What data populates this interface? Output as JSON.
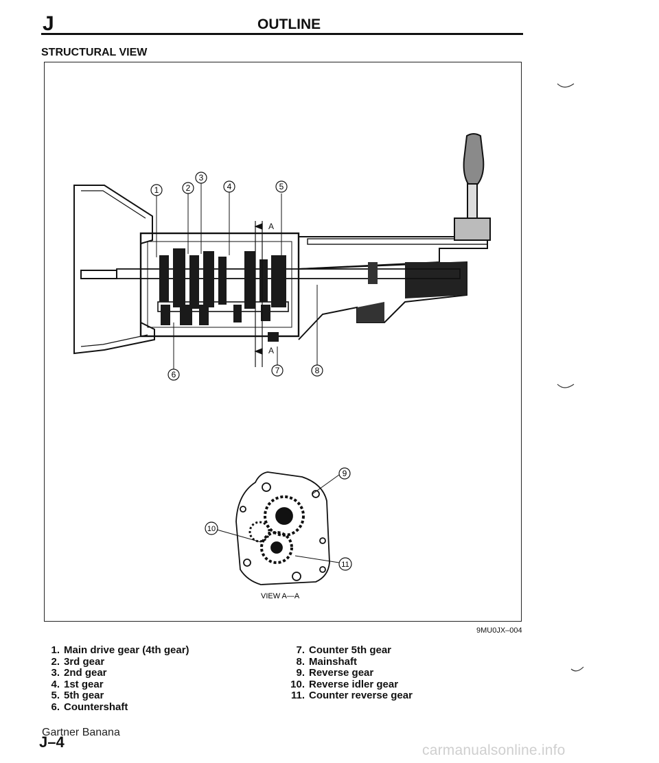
{
  "header": {
    "section_letter": "J",
    "title": "OUTLINE"
  },
  "section_title": "STRUCTURAL VIEW",
  "figure": {
    "callouts": [
      "1",
      "2",
      "3",
      "4",
      "5",
      "6",
      "7",
      "8",
      "9",
      "10",
      "11"
    ],
    "section_marker": "A",
    "view_label": "VIEW A—A",
    "code": "9MU0JX–004"
  },
  "legend": {
    "left": [
      {
        "num": "1.",
        "text": "Main drive gear (4th gear)"
      },
      {
        "num": "2.",
        "text": "3rd gear"
      },
      {
        "num": "3.",
        "text": "2nd gear"
      },
      {
        "num": "4.",
        "text": "1st gear"
      },
      {
        "num": "5.",
        "text": "5th gear"
      },
      {
        "num": "6.",
        "text": "Countershaft"
      }
    ],
    "right": [
      {
        "num": "7.",
        "text": "Counter 5th gear"
      },
      {
        "num": "8.",
        "text": "Mainshaft"
      },
      {
        "num": "9.",
        "text": "Reverse gear"
      },
      {
        "num": "10.",
        "text": "Reverse idler gear"
      },
      {
        "num": "11.",
        "text": "Counter reverse gear"
      }
    ]
  },
  "footer": {
    "watermark": "Gartner Banana",
    "page_number": "J–4",
    "site": "carmanualsonline.info"
  }
}
